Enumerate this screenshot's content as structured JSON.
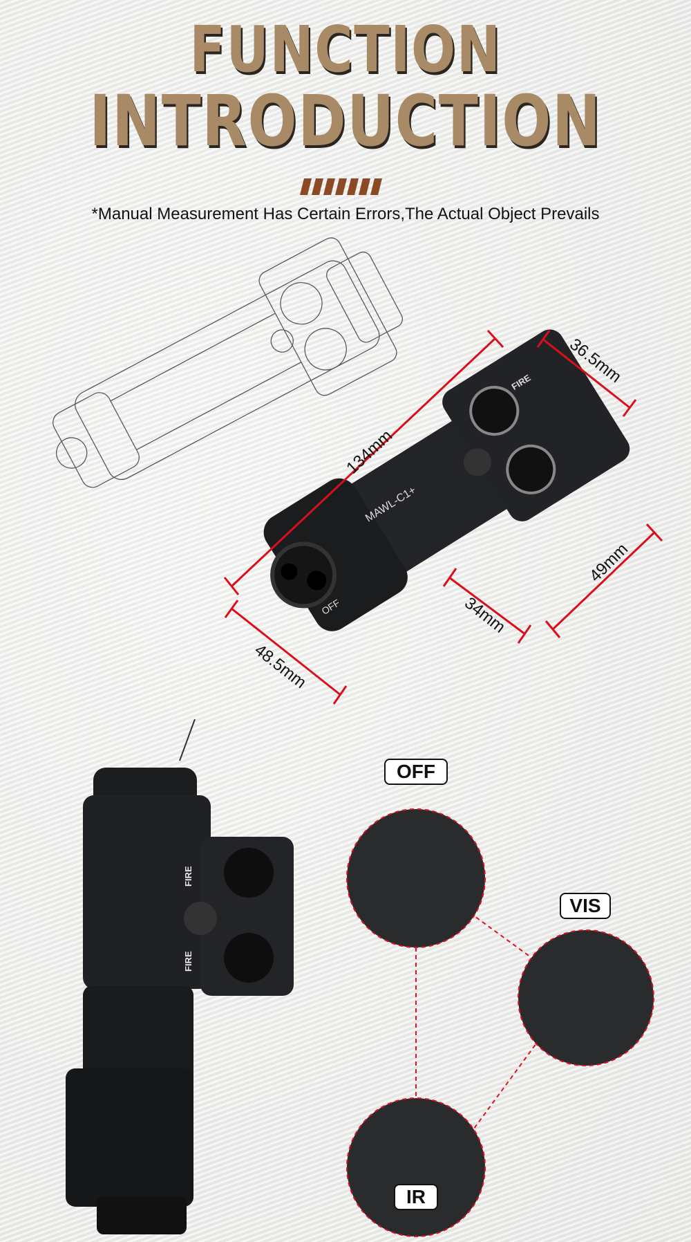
{
  "header": {
    "title_line1": "FUNCTION",
    "title_line2": "INTRODUCTION",
    "subtitle": "*Manual Measurement Has Certain Errors,The Actual Object Prevails"
  },
  "dimensions": {
    "length": "134mm",
    "top_width": "36.5mm",
    "pad_height": "49mm",
    "body_width": "34mm",
    "head_width": "48.5mm"
  },
  "modes": {
    "off": "OFF",
    "vis": "VIS",
    "ir": "IR"
  },
  "device_markings": {
    "model": "MAWL-C1+",
    "fire": "FIRE",
    "off": "OFF"
  },
  "colors": {
    "title": "#a88a66",
    "stripe": "#8b4a23",
    "dimension_line": "#d8101c",
    "device": "#1e1f21"
  }
}
